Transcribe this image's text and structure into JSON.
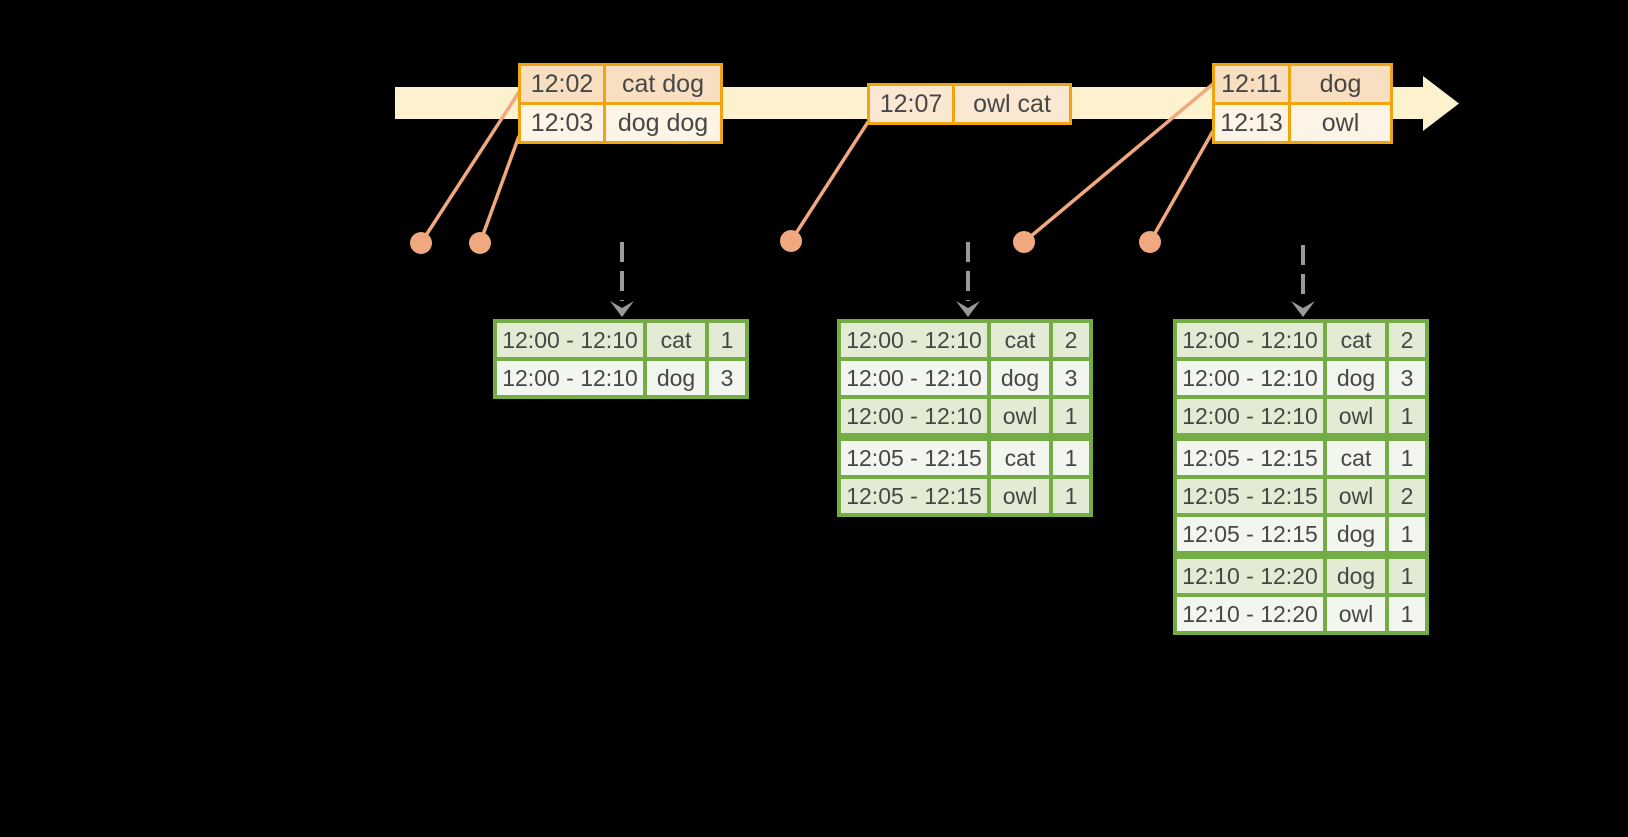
{
  "colors": {
    "background": "#000000",
    "timeline_band": "#FCF2CE",
    "event_box_border": "#F0A510",
    "event_row_peach": "#F8DFC2",
    "event_row_cream": "#FDF4E5",
    "event_row_mid": "#FAE8D2",
    "connector_salmon": "#F0A87E",
    "trigger_arrow_gray": "#9A9A9A",
    "table_border_green": "#74AD45",
    "table_row_green": "#E3EBD4",
    "table_row_white": "#F3F6EE",
    "text": "#474747"
  },
  "timeline": {
    "event_groups": [
      {
        "rows": [
          {
            "time": "12:02",
            "words": "cat dog"
          },
          {
            "time": "12:03",
            "words": "dog dog"
          }
        ]
      },
      {
        "rows": [
          {
            "time": "12:07",
            "words": "owl cat"
          }
        ]
      },
      {
        "rows": [
          {
            "time": "12:11",
            "words": "dog"
          },
          {
            "time": "12:13",
            "words": "owl"
          }
        ]
      }
    ]
  },
  "result_tables": [
    {
      "rows": [
        {
          "window": "12:00 - 12:10",
          "word": "cat",
          "count": "1"
        },
        {
          "window": "12:00 - 12:10",
          "word": "dog",
          "count": "3"
        }
      ]
    },
    {
      "rows": [
        {
          "window": "12:00 - 12:10",
          "word": "cat",
          "count": "2"
        },
        {
          "window": "12:00 - 12:10",
          "word": "dog",
          "count": "3"
        },
        {
          "window": "12:00 - 12:10",
          "word": "owl",
          "count": "1"
        },
        {
          "window": "12:05 - 12:15",
          "word": "cat",
          "count": "1"
        },
        {
          "window": "12:05 - 12:15",
          "word": "owl",
          "count": "1"
        }
      ]
    },
    {
      "rows": [
        {
          "window": "12:00 - 12:10",
          "word": "cat",
          "count": "2"
        },
        {
          "window": "12:00 - 12:10",
          "word": "dog",
          "count": "3"
        },
        {
          "window": "12:00 - 12:10",
          "word": "owl",
          "count": "1"
        },
        {
          "window": "12:05 - 12:15",
          "word": "cat",
          "count": "1"
        },
        {
          "window": "12:05 - 12:15",
          "word": "owl",
          "count": "2"
        },
        {
          "window": "12:05 - 12:15",
          "word": "dog",
          "count": "1"
        },
        {
          "window": "12:10 - 12:20",
          "word": "dog",
          "count": "1"
        },
        {
          "window": "12:10 - 12:20",
          "word": "owl",
          "count": "1"
        }
      ]
    }
  ]
}
